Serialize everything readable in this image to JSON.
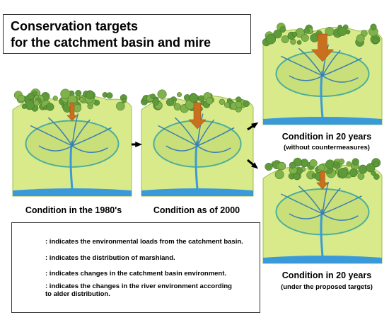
{
  "title": {
    "line1": "Conservation targets",
    "line2": "for the catchment basin and mire"
  },
  "panels": [
    {
      "id": "p1980",
      "caption": "Condition in the 1980's"
    },
    {
      "id": "p2000",
      "caption": "Condition as of 2000"
    },
    {
      "id": "p20a",
      "caption": "Condition in 20 years",
      "subcaption": "(without countermeasures)"
    },
    {
      "id": "p20b",
      "caption": "Condition in 20 years",
      "subcaption": "(under the proposed targets)"
    }
  ],
  "legend": [
    {
      "icon": "arrow-icon",
      "text": ": indicates the environmental loads from the catchment basin."
    },
    {
      "icon": "marsh-ellipse-icon",
      "text": ": indicates the distribution of marshland."
    },
    {
      "icon": "forest-icon",
      "text": ": indicates changes in the catchment basin environment."
    },
    {
      "icon": "alder-icon",
      "text": ": indicates the changes in the river environment according",
      "text2": "to alder distribution."
    }
  ],
  "colors": {
    "land": "#d9ea8a",
    "marsh": "#c9e07a",
    "marsh_edge": "#4caf9a",
    "river": "#3a9ad9",
    "forest": "#7fb24a",
    "arrow": "#c8701e"
  }
}
